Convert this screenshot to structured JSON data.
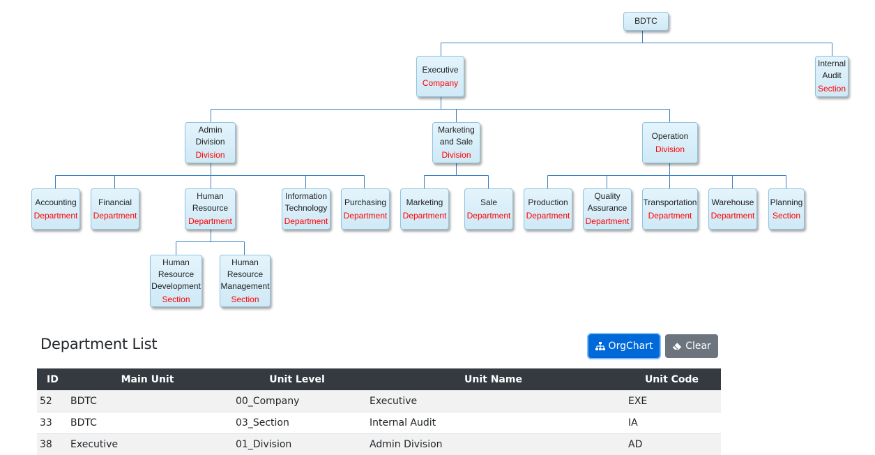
{
  "org_nodes": {
    "bdtc": {
      "name": "BDTC",
      "level": ""
    },
    "executive": {
      "name": "Executive",
      "level": "Company"
    },
    "internal_audit": {
      "name": "Internal Audit",
      "level": "Section"
    },
    "admin_division": {
      "name": "Admin Division",
      "level": "Division"
    },
    "marketing_sale": {
      "name": "Marketing and Sale",
      "level": "Division"
    },
    "operation": {
      "name": "Operation",
      "level": "Division"
    },
    "accounting": {
      "name": "Accounting",
      "level": "Department"
    },
    "financial": {
      "name": "Financial",
      "level": "Department"
    },
    "human_resource": {
      "name": "Human Resource",
      "level": "Department"
    },
    "information_technology": {
      "name": "Information Technology",
      "level": "Department"
    },
    "purchasing": {
      "name": "Purchasing",
      "level": "Department"
    },
    "marketing": {
      "name": "Marketing",
      "level": "Department"
    },
    "sale": {
      "name": "Sale",
      "level": "Department"
    },
    "production": {
      "name": "Production",
      "level": "Department"
    },
    "quality_assurance": {
      "name": "Quality Assurance",
      "level": "Department"
    },
    "transportation": {
      "name": "Transportation",
      "level": "Department"
    },
    "warehouse": {
      "name": "Warehouse",
      "level": "Department"
    },
    "planning": {
      "name": "Planning",
      "level": "Section"
    },
    "hr_development": {
      "name": "Human Resource Development",
      "level": "Section"
    },
    "hr_management": {
      "name": "Human Resource Management",
      "level": "Section"
    }
  },
  "department_list": {
    "title": "Department List",
    "orgchart_label": "OrgChart",
    "clear_label": "Clear",
    "columns": {
      "id": "ID",
      "main_unit": "Main Unit",
      "unit_level": "Unit Level",
      "unit_name": "Unit Name",
      "unit_code": "Unit Code"
    },
    "rows": [
      {
        "id": "52",
        "main_unit": "BDTC",
        "unit_level": "00_Company",
        "unit_name": "Executive",
        "unit_code": "EXE"
      },
      {
        "id": "33",
        "main_unit": "BDTC",
        "unit_level": "03_Section",
        "unit_name": "Internal Audit",
        "unit_code": "IA"
      },
      {
        "id": "38",
        "main_unit": "Executive",
        "unit_level": "01_Division",
        "unit_name": "Admin Division",
        "unit_code": "AD"
      }
    ]
  },
  "colors": {
    "connector": "#3a7fc1",
    "level_text": "#ff0000",
    "primary": "#007bff",
    "secondary": "#6c757d",
    "table_header": "#343a40"
  },
  "icons": {
    "orgchart": "sitemap-icon",
    "clear": "eraser-icon"
  }
}
